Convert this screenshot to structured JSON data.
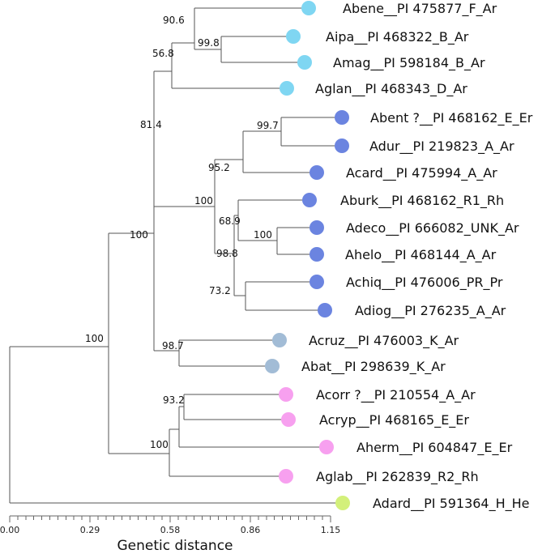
{
  "colors": {
    "branch": "#555555",
    "group_blue_light": "#7fd6f2",
    "group_blue": "#6b84e0",
    "group_grey_blue": "#a2bcd6",
    "group_pink": "#f7a0ef",
    "group_green": "#d3f07a"
  },
  "chart_data": {
    "type": "dendrogram",
    "axis": {
      "title": "Genetic distance",
      "range": [
        0,
        1.15
      ],
      "tick_labels": [
        "0.00",
        "0.29",
        "0.58",
        "0.86",
        "1.15"
      ]
    },
    "leaves": [
      {
        "label": "Abene__PI 475877_F_Ar",
        "color": "#7fd6f2"
      },
      {
        "label": "Aipa__PI 468322_B_Ar",
        "color": "#7fd6f2"
      },
      {
        "label": "Amag__PI 598184_B_Ar",
        "color": "#7fd6f2"
      },
      {
        "label": "Aglan__PI 468343_D_Ar",
        "color": "#7fd6f2"
      },
      {
        "label": "Abent ?__PI 468162_E_Er",
        "color": "#6b84e0"
      },
      {
        "label": "Adur__PI 219823_A_Ar",
        "color": "#6b84e0"
      },
      {
        "label": "Acard__PI 475994_A_Ar",
        "color": "#6b84e0"
      },
      {
        "label": "Aburk__PI 468162_R1_Rh",
        "color": "#6b84e0"
      },
      {
        "label": "Adeco__PI 666082_UNK_Ar",
        "color": "#6b84e0"
      },
      {
        "label": "Ahelo__PI 468144_A_Ar",
        "color": "#6b84e0"
      },
      {
        "label": "Achiq__PI 476006_PR_Pr",
        "color": "#6b84e0"
      },
      {
        "label": "Adiog__PI 276235_A_Ar",
        "color": "#6b84e0"
      },
      {
        "label": "Acruz__PI 476003_K_Ar",
        "color": "#a2bcd6"
      },
      {
        "label": "Abat__PI 298639_K_Ar",
        "color": "#a2bcd6"
      },
      {
        "label": "Acorr ?__PI 210554_A_Ar",
        "color": "#f7a0ef"
      },
      {
        "label": "Acryp__PI 468165_E_Er",
        "color": "#f7a0ef"
      },
      {
        "label": "Aherm__PI 604847_E_Er",
        "color": "#f7a0ef"
      },
      {
        "label": "Aglab__PI 262839_R2_Rh",
        "color": "#f7a0ef"
      },
      {
        "label": "Adard__PI 591364_H_He",
        "color": "#d3f07a"
      }
    ],
    "bootstrap_values": [
      "100",
      "100",
      "81.4",
      "56.8",
      "90.6",
      "99.8",
      "100",
      "95.2",
      "99.7",
      "68.9",
      "100",
      "98.8",
      "73.2",
      "98.7",
      "100",
      "93.2"
    ]
  }
}
